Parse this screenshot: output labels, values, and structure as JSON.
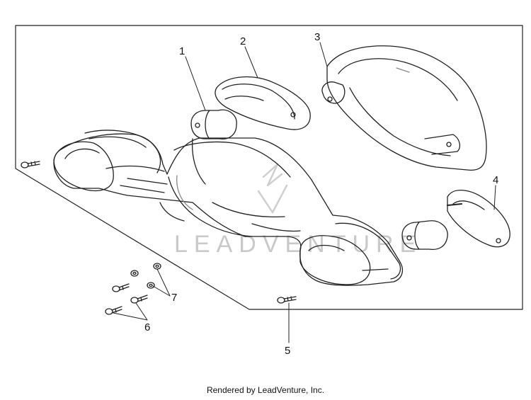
{
  "diagram": {
    "callouts": [
      "1",
      "2",
      "3",
      "4",
      "5",
      "6",
      "7"
    ],
    "watermark_text": "LEADVENTURE",
    "footer_text": "Rendered by LeadVenture, Inc.",
    "colors": {
      "line": "#222222",
      "light": "#9a9a9a",
      "watermark": "#c9c9c9",
      "background": "#ffffff"
    }
  }
}
